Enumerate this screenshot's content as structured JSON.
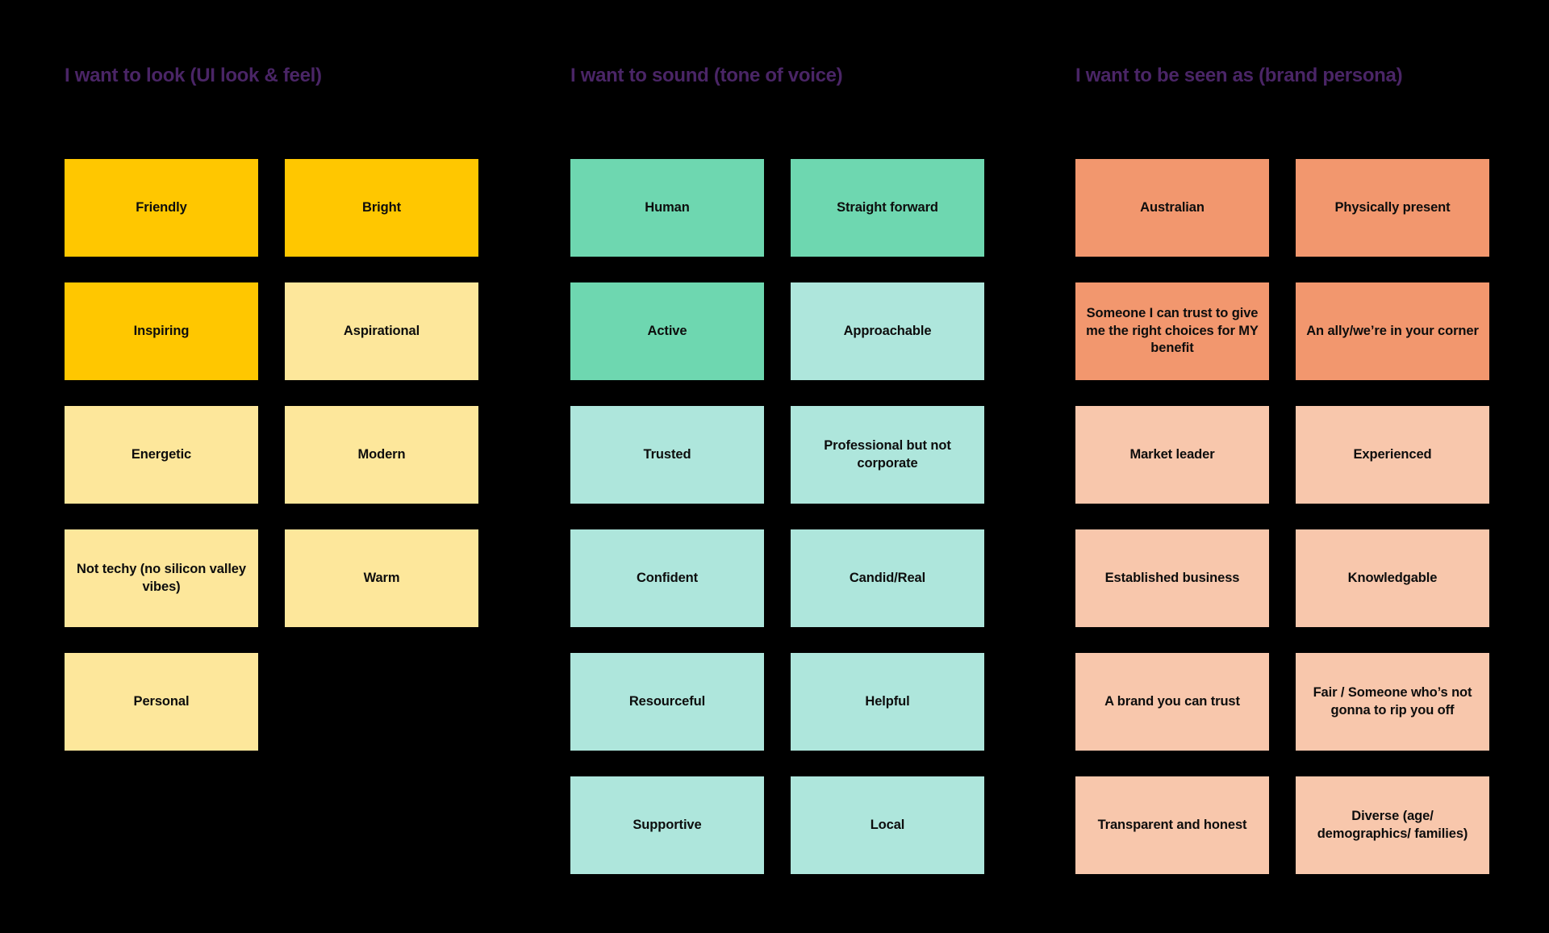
{
  "page": {
    "background_color": "#000000",
    "heading_color": "#4A2566",
    "card_text_color": "#0d0d0d"
  },
  "columns": [
    {
      "id": "ui-look-and-feel",
      "heading": "I want to look (UI look & feel)",
      "palette": {
        "strong": "#FFC700",
        "light": "#FDE79B"
      },
      "cards": [
        {
          "label": "Friendly",
          "color": "#FFC700"
        },
        {
          "label": "Bright",
          "color": "#FFC700"
        },
        {
          "label": "Inspiring",
          "color": "#FFC700"
        },
        {
          "label": "Aspirational",
          "color": "#FDE79B"
        },
        {
          "label": "Energetic",
          "color": "#FDE79B"
        },
        {
          "label": "Modern",
          "color": "#FDE79B"
        },
        {
          "label": "Not techy (no silicon valley vibes)",
          "color": "#FDE79B"
        },
        {
          "label": "Warm",
          "color": "#FDE79B"
        },
        {
          "label": "Personal",
          "color": "#FDE79B"
        }
      ]
    },
    {
      "id": "tone-of-voice",
      "heading": "I want to sound (tone of voice)",
      "palette": {
        "strong": "#6ED7B0",
        "light": "#AEE6DC"
      },
      "cards": [
        {
          "label": "Human",
          "color": "#6ED7B0"
        },
        {
          "label": "Straight forward",
          "color": "#6ED7B0"
        },
        {
          "label": "Active",
          "color": "#6ED7B0"
        },
        {
          "label": "Approachable",
          "color": "#AEE6DC"
        },
        {
          "label": "Trusted",
          "color": "#AEE6DC"
        },
        {
          "label": "Professional but not corporate",
          "color": "#AEE6DC"
        },
        {
          "label": "Confident",
          "color": "#AEE6DC"
        },
        {
          "label": "Candid/Real",
          "color": "#AEE6DC"
        },
        {
          "label": "Resourceful",
          "color": "#AEE6DC"
        },
        {
          "label": "Helpful",
          "color": "#AEE6DC"
        },
        {
          "label": "Supportive",
          "color": "#AEE6DC"
        },
        {
          "label": "Local",
          "color": "#AEE6DC"
        }
      ]
    },
    {
      "id": "brand-persona",
      "heading": "I want to be seen as (brand persona)",
      "palette": {
        "strong": "#F2976E",
        "light": "#F8C7AC"
      },
      "cards": [
        {
          "label": "Australian",
          "color": "#F2976E"
        },
        {
          "label": "Physically present",
          "color": "#F2976E"
        },
        {
          "label": "Someone I can trust to give me the right choices for MY benefit",
          "color": "#F2976E"
        },
        {
          "label": "An ally/we’re in your corner",
          "color": "#F2976E"
        },
        {
          "label": "Market leader",
          "color": "#F8C7AC"
        },
        {
          "label": "Experienced",
          "color": "#F8C7AC"
        },
        {
          "label": "Established business",
          "color": "#F8C7AC"
        },
        {
          "label": "Knowledgable",
          "color": "#F8C7AC"
        },
        {
          "label": "A brand you can trust",
          "color": "#F8C7AC"
        },
        {
          "label": "Fair / Someone who’s not gonna to rip you off",
          "color": "#F8C7AC"
        },
        {
          "label": "Transparent and honest",
          "color": "#F8C7AC"
        },
        {
          "label": "Diverse (age/ demographics/ families)",
          "color": "#F8C7AC"
        }
      ]
    }
  ]
}
